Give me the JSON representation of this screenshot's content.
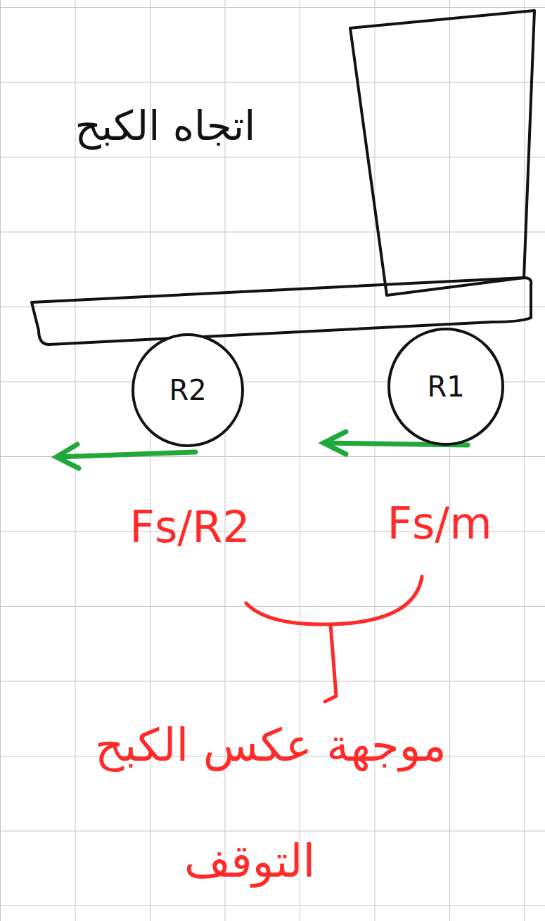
{
  "diagram": {
    "nodes": [
      {
        "text": [
          "R2"
        ]
      },
      {
        "text": [
          "R1"
        ]
      }
    ],
    "labels": [
      "اتجاه الكبح",
      "Fs/R2",
      "Fs/m",
      "موجهة عكس الكبح",
      "التوقف"
    ]
  }
}
